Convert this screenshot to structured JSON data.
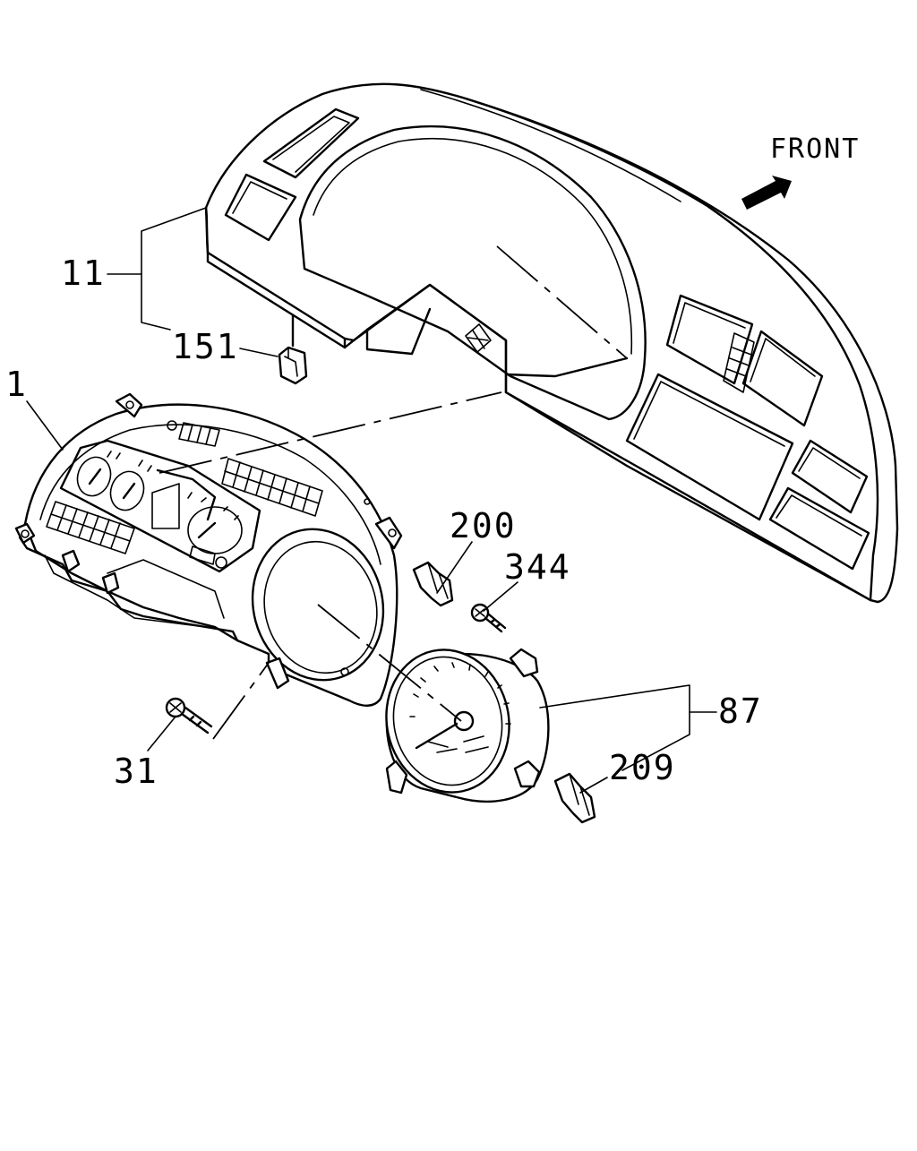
{
  "front_label": "FRONT",
  "callouts": {
    "p1": "1",
    "p11": "11",
    "p151": "151",
    "p200": "200",
    "p344": "344",
    "p87": "87",
    "p209": "209",
    "p31": "31"
  }
}
